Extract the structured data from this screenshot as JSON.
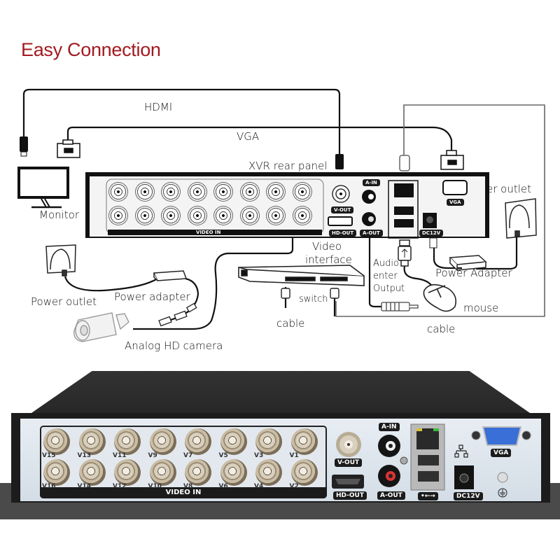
{
  "title": "Easy Connection",
  "colors": {
    "title": "#a21a1f",
    "cable": "#111111",
    "device_body": "#1c1c1c",
    "panel": "#dfe6ed",
    "vga_port": "#3a6fd8",
    "led_left": "#d6c23a",
    "led_right": "#3bbb3b"
  },
  "labels": {
    "hdmi": "HDMI",
    "vga": "VGA",
    "xvr_rear_panel": "XVR rear panel",
    "monitor": "Monitor",
    "power_outlet_right": "er outlet",
    "power_outlet_left": "Power outlet",
    "power_adapter_left": "Power adapter",
    "analog_hd_camera": "Analog HD camera",
    "video_interface_line1": "Video",
    "video_interface_line2": "interface",
    "switch": "switch",
    "cable_left": "cable",
    "audio_line1": "Audio",
    "audio_line2": "enter",
    "audio_line3": "Output",
    "power_adapter_right": "Power Adapter",
    "mouse": "mouse",
    "cable_right": "cable"
  },
  "panel": {
    "video_in": "VIDEO IN",
    "v_out": "V-OUT",
    "hd_out": "HD-OUT",
    "a_in": "A-IN",
    "a_out": "A-OUT",
    "usb": "•←→",
    "dc12v": "DC12V",
    "vga": "VGA",
    "network_icon": "network-icon",
    "ground_icon": "ground-icon",
    "channels_top": [
      "V15",
      "V13",
      "V11",
      "V9",
      "V7",
      "V5",
      "V3",
      "V1"
    ],
    "channels_bottom": [
      "V16",
      "V14",
      "V12",
      "V10",
      "V8",
      "V6",
      "V4",
      "V2"
    ]
  }
}
